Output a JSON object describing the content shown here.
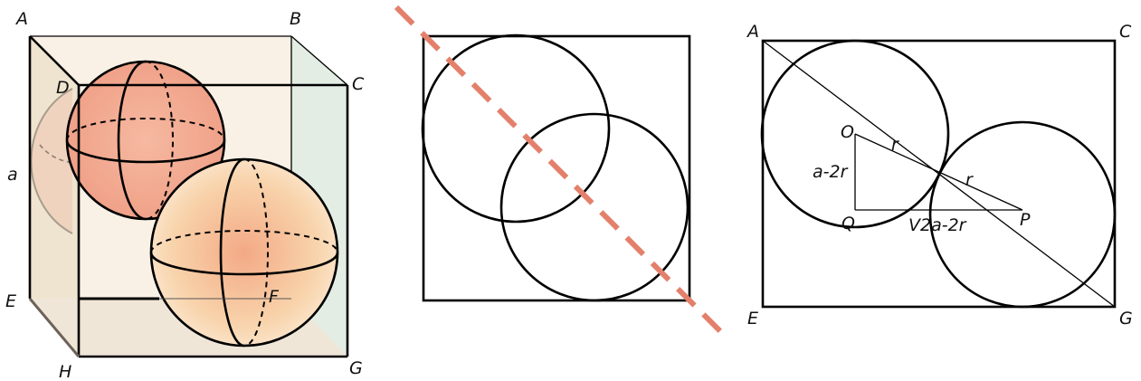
{
  "panel1": {
    "labels": {
      "A": "A",
      "B": "B",
      "C": "C",
      "D": "D",
      "E": "E",
      "H": "H",
      "G": "G",
      "F": "F",
      "a": "a"
    },
    "colors": {
      "sphere_top": "#f3a88f",
      "sphere_bottom": "#f7c49b",
      "box_side": "#e9dfcc",
      "box_right": "#dde8e0"
    }
  },
  "panel2": {
    "cut_line_color": "#e3806b"
  },
  "panel3": {
    "labels": {
      "A": "A",
      "C": "C",
      "E": "E",
      "G": "G",
      "O": "O",
      "P": "P",
      "Q": "Q",
      "r1": "r",
      "r2": "r",
      "leg_vertical": "a-2r",
      "leg_horizontal": "V2a-2r"
    }
  }
}
